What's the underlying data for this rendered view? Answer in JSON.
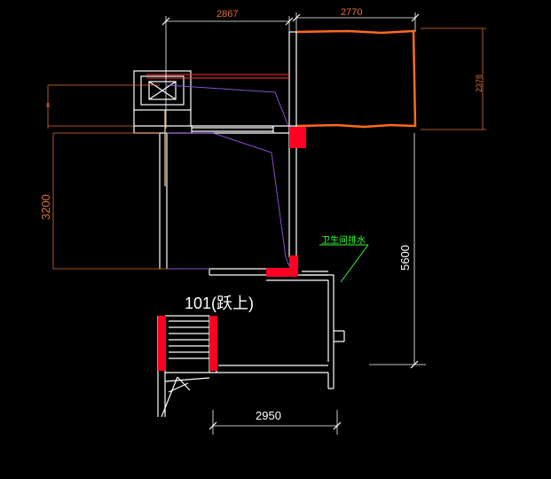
{
  "colors": {
    "background": "#000000",
    "wall": "#ffffff",
    "dimension": "#e07030",
    "column_fill": "#ff0022",
    "purple": "#8a4fd0",
    "note": "#33ff33",
    "outline_orange": "#ff6a1a"
  },
  "dimensions": {
    "top_left": "2867",
    "top_right": "2770",
    "right_vertical_small": "2378",
    "left_vertical": "3200",
    "right_vertical_large": "5600",
    "bottom": "2950"
  },
  "labels": {
    "room": "101(跃上)",
    "drain_note": "卫生间排水"
  }
}
